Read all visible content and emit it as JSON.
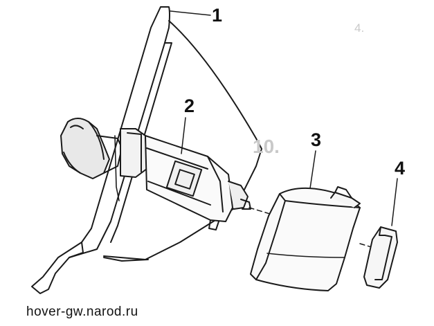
{
  "callouts": {
    "one": "1",
    "two": "2",
    "three": "3",
    "four": "4"
  },
  "background_text": {
    "line1": "4.",
    "line2": "10."
  },
  "watermark": "hover-gw.narod.ru",
  "colors": {
    "line": "#1a1a1a",
    "background": "#ffffff",
    "faded_text": "#c9c9c9"
  }
}
